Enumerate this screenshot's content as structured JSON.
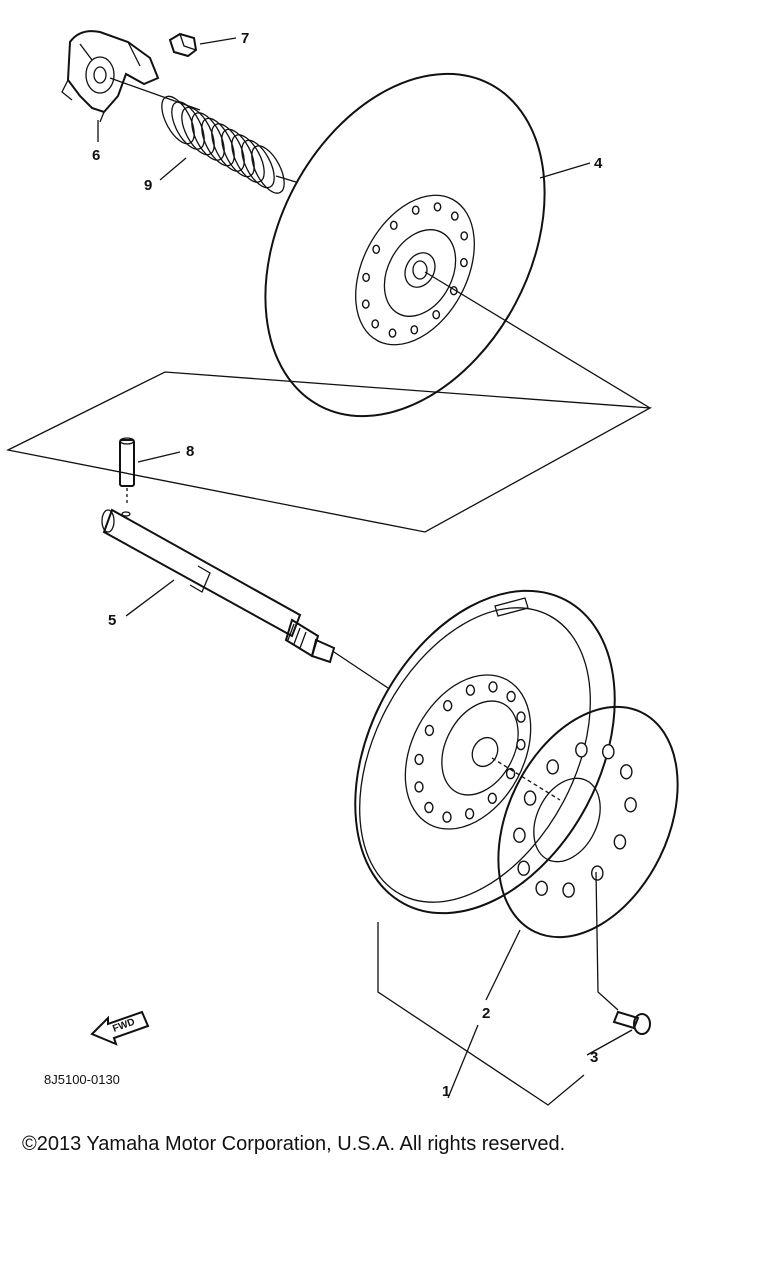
{
  "diagram": {
    "parts": [
      {
        "id": "part-1",
        "number": "1"
      },
      {
        "id": "part-2",
        "number": "2"
      },
      {
        "id": "part-3",
        "number": "3"
      },
      {
        "id": "part-4",
        "number": "4"
      },
      {
        "id": "part-5",
        "number": "5"
      },
      {
        "id": "part-6",
        "number": "6"
      },
      {
        "id": "part-7",
        "number": "7"
      },
      {
        "id": "part-8",
        "number": "8"
      },
      {
        "id": "part-9",
        "number": "9"
      }
    ],
    "fwd_label": "FWD",
    "drawing_code": "8J5100-0130"
  },
  "footer": {
    "copyright": "©2013 Yamaha Motor Corporation, U.S.A. All rights reserved."
  }
}
